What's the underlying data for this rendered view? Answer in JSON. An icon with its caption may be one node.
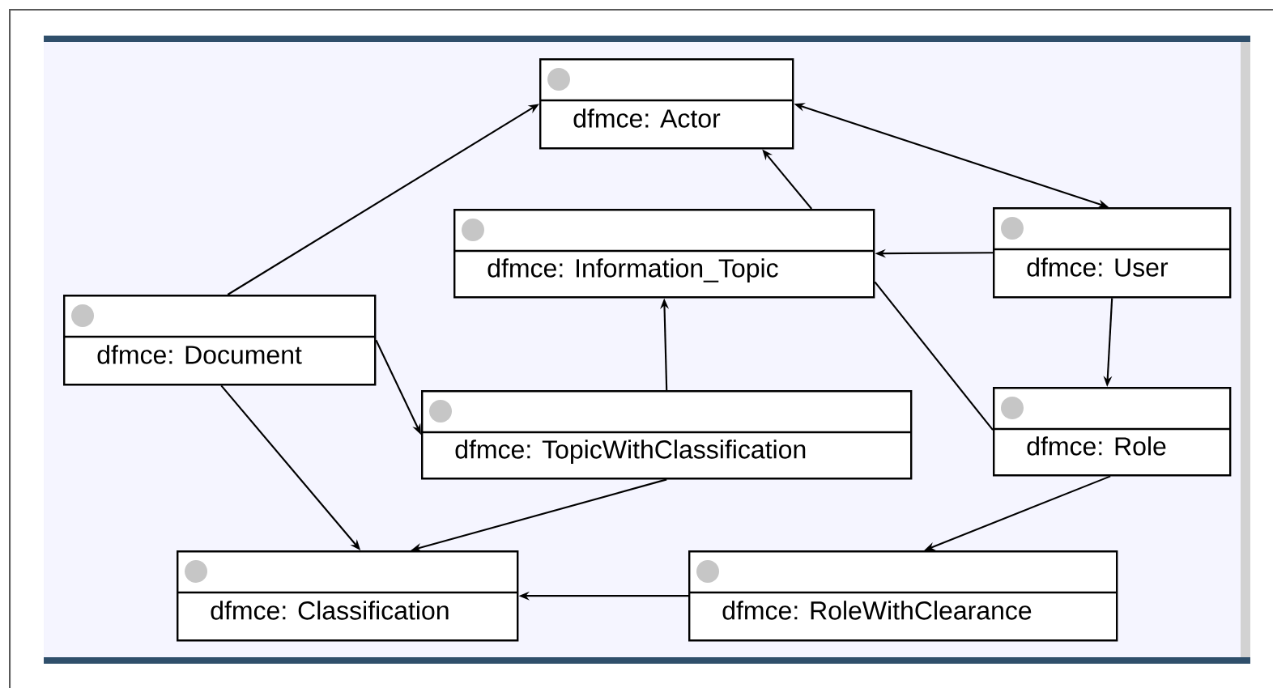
{
  "diagram": {
    "nodes": [
      {
        "text": [
          "dfmce: Actor"
        ]
      },
      {
        "text": [
          "dfmce: Information_Topic"
        ]
      },
      {
        "text": [
          "dfmce: User"
        ]
      },
      {
        "text": [
          "dfmce: Document"
        ]
      },
      {
        "text": [
          "dfmce: TopicWithClassification"
        ]
      },
      {
        "text": [
          "dfmce: Role"
        ]
      },
      {
        "text": [
          "dfmce: Classification"
        ]
      },
      {
        "text": [
          "dfmce: RoleWithClearance"
        ]
      }
    ],
    "edges": [
      {
        "from": 3,
        "to": 0,
        "arrow": "to"
      },
      {
        "from": 1,
        "to": 0,
        "arrow": "to"
      },
      {
        "from": 0,
        "to": 2,
        "arrow": "both"
      },
      {
        "from": 2,
        "to": 1,
        "arrow": "to"
      },
      {
        "from": 2,
        "to": 5,
        "arrow": "to"
      },
      {
        "from": 1,
        "to": 5,
        "arrow": "none"
      },
      {
        "from": 4,
        "to": 1,
        "arrow": "to"
      },
      {
        "from": 3,
        "to": 4,
        "arrow": "to"
      },
      {
        "from": 3,
        "to": 6,
        "arrow": "to"
      },
      {
        "from": 4,
        "to": 6,
        "arrow": "to"
      },
      {
        "from": 5,
        "to": 7,
        "arrow": "to"
      },
      {
        "from": 7,
        "to": 6,
        "arrow": "to"
      }
    ]
  }
}
